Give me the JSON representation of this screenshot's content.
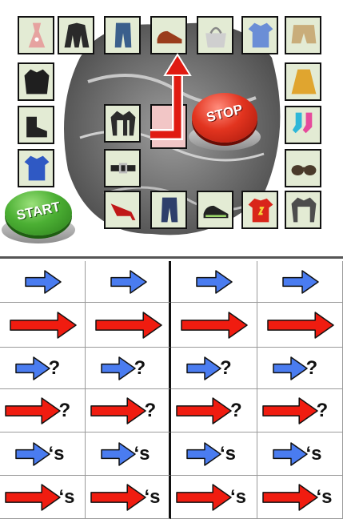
{
  "board": {
    "start_label": "START",
    "stop_label": "STOP",
    "start_color": "#4cb034",
    "stop_color": "#e2341f",
    "path_color": "#e01b12",
    "tile_color": "#e3ebd4",
    "tiles": [
      {
        "icon": "dress-icon"
      },
      {
        "icon": "leather-jacket-icon"
      },
      {
        "icon": "jeans-icon"
      },
      {
        "icon": "shoes-icon"
      },
      {
        "icon": "handbag-icon"
      },
      {
        "icon": "shirt-icon"
      },
      {
        "icon": "shorts-icon"
      },
      {
        "icon": "skirt-icon"
      },
      {
        "icon": "socks-icon"
      },
      {
        "icon": "sunglasses-icon"
      },
      {
        "icon": "sweater-icon"
      },
      {
        "icon": "tshirt-icon"
      },
      {
        "icon": "sneakers-icon"
      },
      {
        "icon": "trousers-icon"
      },
      {
        "icon": "high-heels-icon"
      },
      {
        "icon": "belt-icon"
      },
      {
        "icon": "cardigan-icon"
      },
      {
        "icon": "blue-shirt-icon"
      },
      {
        "icon": "boots-icon"
      },
      {
        "icon": "coat-icon"
      }
    ]
  },
  "cards": {
    "blue_color": "#4a7cf0",
    "red_color": "#f01c10",
    "rows": [
      {
        "arrow": "blue",
        "suffix": ""
      },
      {
        "arrow": "red",
        "suffix": ""
      },
      {
        "arrow": "blue",
        "suffix": "?"
      },
      {
        "arrow": "red",
        "suffix": "?"
      },
      {
        "arrow": "blue",
        "suffix": "‘s"
      },
      {
        "arrow": "red",
        "suffix": "‘s"
      }
    ]
  }
}
